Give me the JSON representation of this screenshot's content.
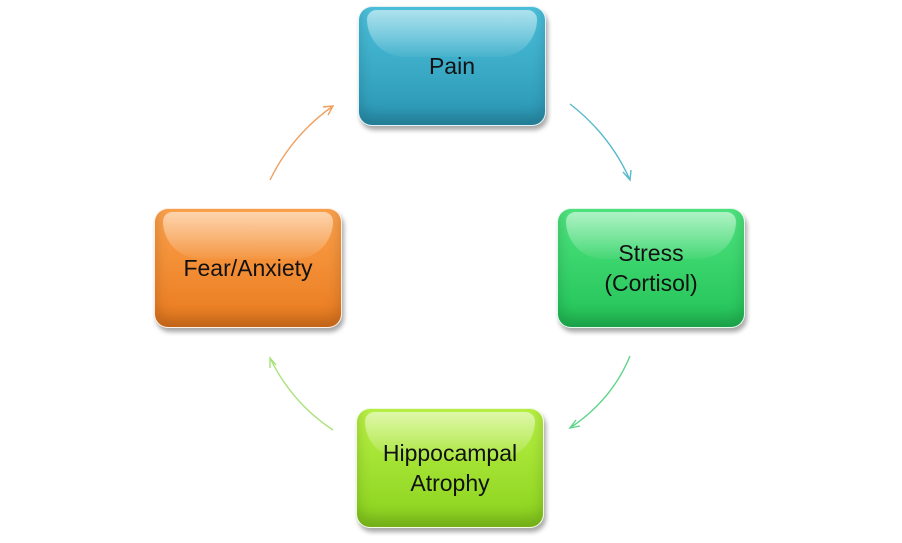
{
  "diagram": {
    "type": "cycle",
    "nodes": [
      {
        "id": "pain",
        "label": "Pain",
        "color": "#36a9c7"
      },
      {
        "id": "stress",
        "label": "Stress\n(Cortisol)",
        "color": "#2ed168"
      },
      {
        "id": "hippocampal-atrophy",
        "label": "Hippocampal\nAtrophy",
        "color": "#9ee22a"
      },
      {
        "id": "fear-anxiety",
        "label": "Fear/Anxiety",
        "color": "#f48a2c"
      }
    ],
    "edges": [
      {
        "from": "pain",
        "to": "stress",
        "color": "#56b9cc"
      },
      {
        "from": "stress",
        "to": "hippocampal-atrophy",
        "color": "#5fd58a"
      },
      {
        "from": "hippocampal-atrophy",
        "to": "fear-anxiety",
        "color": "#a9e27a"
      },
      {
        "from": "fear-anxiety",
        "to": "pain",
        "color": "#f0a060"
      }
    ]
  }
}
